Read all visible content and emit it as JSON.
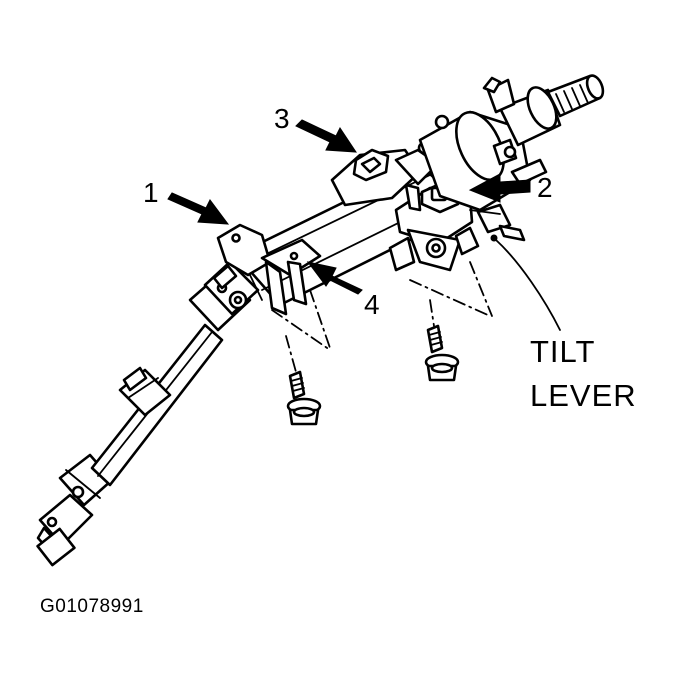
{
  "figure": {
    "figure_id": "G01078991",
    "tilt_label": {
      "line1": "TILT",
      "line2": "LEVER"
    },
    "callouts": [
      {
        "label": "1"
      },
      {
        "label": "2"
      },
      {
        "label": "3"
      },
      {
        "label": "4"
      }
    ]
  }
}
